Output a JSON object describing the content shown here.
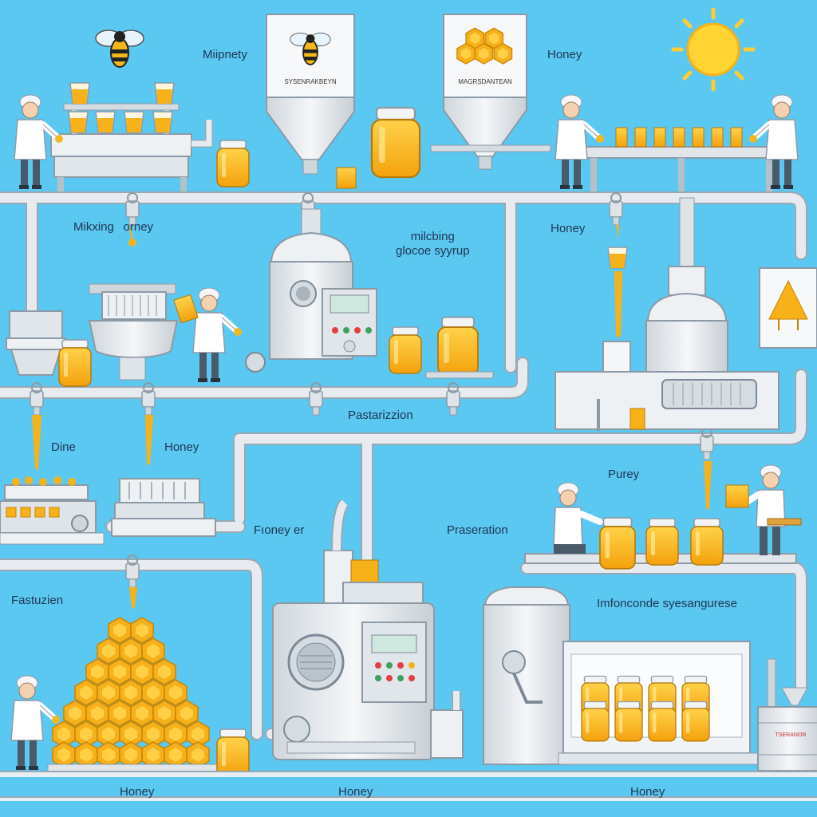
{
  "labels": {
    "top_left": "Miipnety",
    "top_right": "Honey",
    "mixing": "Mikxing  orney",
    "glucose": "milcbing\nglocoe syyrup",
    "honey_mid_right": "Honey",
    "pasteurization": "Pastarizzion",
    "dine": "Dine",
    "honey_mid_left": "Honey",
    "purey": "Purey",
    "honey_er": "Fıoney er",
    "preservation": "Praseration",
    "fastuzien": "Fastuzien",
    "impurities": "Imfonconde syesangurese",
    "bottom_left": "Honey",
    "bottom_center": "Honey",
    "bottom_right": "Honey"
  },
  "signs": {
    "bee_sign": "SYSENRAKBEYN",
    "comb_sign": "MAGRSDANTEAN",
    "drum_label": "TSERANOR"
  },
  "colors": {
    "sky": "#5bc8f2",
    "honey": "#f7b21a",
    "pipe": "#e4e8ec",
    "machine": "#eef1f4"
  }
}
